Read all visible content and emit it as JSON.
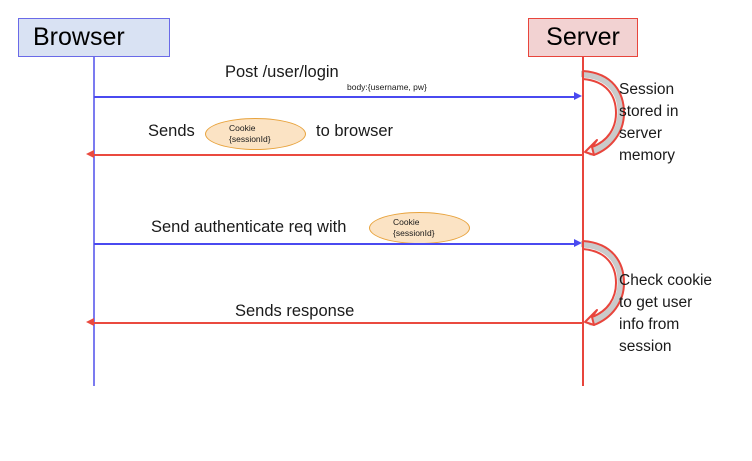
{
  "diagram": {
    "title_type": "sequence-diagram",
    "participants": [
      {
        "id": "browser",
        "label": "Browser",
        "fill": "#d9e2f3",
        "stroke": "#6a6ae8",
        "lifeline_color": "#7b7bf0"
      },
      {
        "id": "server",
        "label": "Server",
        "fill": "#f2d2d2",
        "stroke": "#e8453c",
        "lifeline_color": "#e8453c"
      }
    ],
    "messages": [
      {
        "id": "post-login",
        "label": "Post /user/login",
        "sublabel": "body:{username, pw}",
        "direction": "browser-to-server",
        "color": "#4a4af0"
      },
      {
        "id": "send-cookie",
        "label_before": "Sends",
        "label_after": "to browser",
        "direction": "server-to-browser",
        "color": "#ea4a3f"
      },
      {
        "id": "authenticate-req",
        "label_before": "Send authenticate req with",
        "direction": "browser-to-server",
        "color": "#4a4af0"
      },
      {
        "id": "send-response",
        "label": "Sends response",
        "direction": "server-to-browser",
        "color": "#ea4a3f"
      }
    ],
    "cookies": [
      {
        "id": "cookie-1",
        "line1": "Cookie",
        "line2": "{sessionId}",
        "fill": "#fbe3c4",
        "stroke": "#e8a33d"
      },
      {
        "id": "cookie-2",
        "line1": "Cookie",
        "line2": "{sessionId}",
        "fill": "#fbe3c4",
        "stroke": "#e8a33d"
      }
    ],
    "self_calls": [
      {
        "id": "store-session",
        "note": "Session stored in server memory",
        "color": "#e8453c"
      },
      {
        "id": "check-cookie",
        "note": "Check cookie to get user info from session",
        "color": "#e8453c"
      }
    ]
  }
}
